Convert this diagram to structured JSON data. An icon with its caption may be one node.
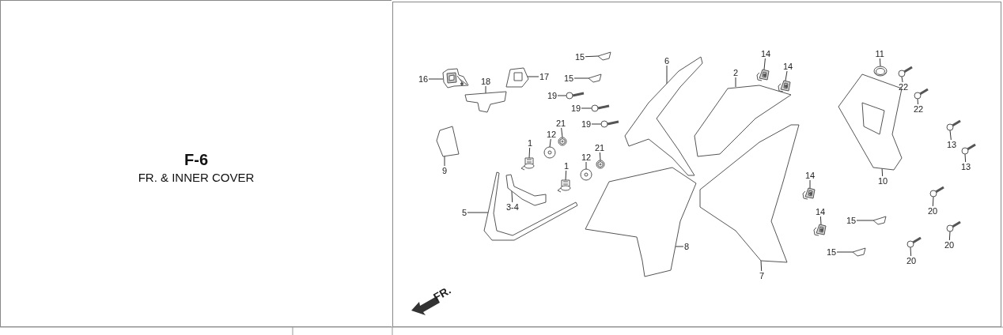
{
  "diagram": {
    "title": "F-6",
    "nodes": [
      {
        "text": [
          "16"
        ]
      },
      {
        "text": [
          "18"
        ]
      },
      {
        "text": [
          "17"
        ]
      },
      {
        "text": [
          "15"
        ]
      },
      {
        "text": [
          "15"
        ]
      },
      {
        "text": [
          "19"
        ]
      },
      {
        "text": [
          "19"
        ]
      },
      {
        "text": [
          "19"
        ]
      },
      {
        "text": [
          "9"
        ]
      },
      {
        "text": [
          "1"
        ]
      },
      {
        "text": [
          "12"
        ]
      },
      {
        "text": [
          "21"
        ]
      },
      {
        "text": [
          "1"
        ]
      },
      {
        "text": [
          "12"
        ]
      },
      {
        "text": [
          "21"
        ]
      },
      {
        "text": [
          "5"
        ]
      },
      {
        "text": [
          "3-4"
        ]
      },
      {
        "text": [
          "6"
        ]
      },
      {
        "text": [
          "2"
        ]
      },
      {
        "text": [
          "14"
        ]
      },
      {
        "text": [
          "14"
        ]
      },
      {
        "text": [
          "11"
        ]
      },
      {
        "text": [
          "22"
        ]
      },
      {
        "text": [
          "22"
        ]
      },
      {
        "text": [
          "13"
        ]
      },
      {
        "text": [
          "13"
        ]
      },
      {
        "text": [
          "10"
        ]
      },
      {
        "text": [
          "8"
        ]
      },
      {
        "text": [
          "7"
        ]
      },
      {
        "text": [
          "14"
        ]
      },
      {
        "text": [
          "14"
        ]
      },
      {
        "text": [
          "15"
        ]
      },
      {
        "text": [
          "15"
        ]
      },
      {
        "text": [
          "20"
        ]
      },
      {
        "text": [
          "20"
        ]
      },
      {
        "text": [
          "20"
        ]
      },
      {
        "text": [],
        "shape": "picture"
      },
      {
        "text": [],
        "shape": "picture"
      },
      {
        "text": [],
        "shape": "picture"
      },
      {
        "text": [],
        "shape": "picture"
      },
      {
        "text": [],
        "shape": "picture"
      },
      {
        "text": [],
        "shape": "picture"
      },
      {
        "text": [],
        "shape": "picture"
      },
      {
        "text": [],
        "shape": "picture"
      },
      {
        "text": [],
        "shape": "picture"
      },
      {
        "text": [],
        "shape": "picture"
      },
      {
        "text": [],
        "shape": "picture"
      },
      {
        "text": [],
        "shape": "picture"
      },
      {
        "text": [],
        "shape": "picture"
      },
      {
        "text": [],
        "shape": "picture"
      },
      {
        "text": [],
        "shape": "picture"
      },
      {
        "text": [],
        "shape": "picture"
      },
      {
        "text": [],
        "shape": "picture"
      },
      {
        "text": [],
        "shape": "picture"
      },
      {
        "text": [],
        "shape": "picture"
      },
      {
        "text": [],
        "shape": "picture"
      },
      {
        "text": [],
        "shape": "picture"
      },
      {
        "text": [],
        "shape": "picture"
      },
      {
        "text": [],
        "shape": "picture"
      },
      {
        "text": [],
        "shape": "picture"
      },
      {
        "text": [],
        "shape": "picture"
      },
      {
        "text": [],
        "shape": "picture"
      },
      {
        "text": [],
        "shape": "picture"
      },
      {
        "text": [],
        "shape": "picture"
      },
      {
        "text": [],
        "shape": "picture"
      },
      {
        "text": [],
        "shape": "picture"
      },
      {
        "text": [],
        "shape": "picture"
      },
      {
        "text": [],
        "shape": "picture"
      },
      {
        "text": [],
        "shape": "picture"
      },
      {
        "text": [],
        "shape": "picture"
      },
      {
        "text": [],
        "shape": "picture"
      },
      {
        "text": [],
        "shape": "picture"
      }
    ],
    "edges": [
      {
        "from": 0,
        "to": 36,
        "arrow": "none"
      },
      {
        "from": 1,
        "to": 37,
        "arrow": "none"
      },
      {
        "from": 2,
        "to": 38,
        "arrow": "none"
      },
      {
        "from": 3,
        "to": 39,
        "arrow": "none"
      },
      {
        "from": 4,
        "to": 40,
        "arrow": "none"
      },
      {
        "from": 5,
        "to": 41,
        "arrow": "none"
      },
      {
        "from": 6,
        "to": 42,
        "arrow": "none"
      },
      {
        "from": 7,
        "to": 43,
        "arrow": "none"
      },
      {
        "from": 8,
        "to": 44,
        "arrow": "none"
      },
      {
        "from": 9,
        "to": 45,
        "arrow": "none"
      },
      {
        "from": 10,
        "to": 46,
        "arrow": "none"
      },
      {
        "from": 11,
        "to": 47,
        "arrow": "none"
      },
      {
        "from": 12,
        "to": 48,
        "arrow": "none"
      },
      {
        "from": 13,
        "to": 49,
        "arrow": "none"
      },
      {
        "from": 14,
        "to": 50,
        "arrow": "none"
      },
      {
        "from": 15,
        "to": 51,
        "arrow": "none"
      },
      {
        "from": 16,
        "to": 52,
        "arrow": "none"
      },
      {
        "from": 17,
        "to": 53,
        "arrow": "none"
      },
      {
        "from": 18,
        "to": 54,
        "arrow": "none"
      },
      {
        "from": 19,
        "to": 55,
        "arrow": "none"
      },
      {
        "from": 20,
        "to": 56,
        "arrow": "none"
      },
      {
        "from": 21,
        "to": 57,
        "arrow": "none"
      },
      {
        "from": 22,
        "to": 58,
        "arrow": "none"
      },
      {
        "from": 23,
        "to": 59,
        "arrow": "none"
      },
      {
        "from": 24,
        "to": 60,
        "arrow": "none"
      },
      {
        "from": 25,
        "to": 61,
        "arrow": "none"
      },
      {
        "from": 26,
        "to": 62,
        "arrow": "none"
      },
      {
        "from": 27,
        "to": 63,
        "arrow": "none"
      },
      {
        "from": 28,
        "to": 64,
        "arrow": "none"
      },
      {
        "from": 29,
        "to": 65,
        "arrow": "none"
      },
      {
        "from": 30,
        "to": 66,
        "arrow": "none"
      },
      {
        "from": 31,
        "to": 67,
        "arrow": "none"
      },
      {
        "from": 32,
        "to": 68,
        "arrow": "none"
      },
      {
        "from": 33,
        "to": 69,
        "arrow": "none"
      },
      {
        "from": 34,
        "to": 70,
        "arrow": "none"
      },
      {
        "from": 35,
        "to": 71,
        "arrow": "none"
      }
    ],
    "labels": [
      "FR. & INNER COVER",
      "FR."
    ]
  }
}
